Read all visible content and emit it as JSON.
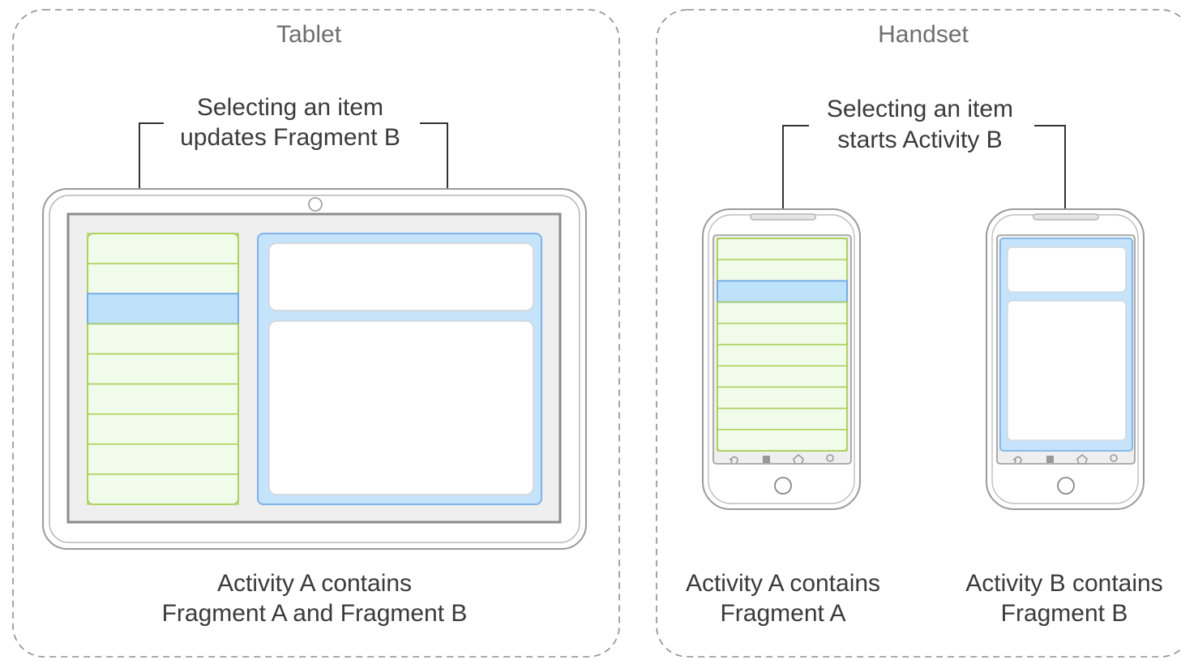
{
  "panels": {
    "tablet": {
      "title": "Tablet",
      "callout": [
        "Selecting an item",
        "updates Fragment B"
      ],
      "caption": [
        "Activity A contains",
        "Fragment A and Fragment B"
      ],
      "list_rows": 9,
      "selected_row": 3
    },
    "handset": {
      "title": "Handset",
      "callout": [
        "Selecting an item",
        "starts Activity B"
      ],
      "caption_a": [
        "Activity A contains",
        "Fragment A"
      ],
      "caption_b": [
        "Activity B contains",
        "Fragment B"
      ],
      "list_rows": 10,
      "selected_row": 3
    }
  },
  "colors": {
    "list_fill": "#f1fbe9",
    "list_line": "#a9cf55",
    "selected_fill": "#bfe2fb",
    "selected_line": "#6ea8e8",
    "detail_fill": "#c5e3fb",
    "detail_line": "#7fb3ea",
    "device_line": "#8a8a8a",
    "screen_bg": "#efefef"
  }
}
